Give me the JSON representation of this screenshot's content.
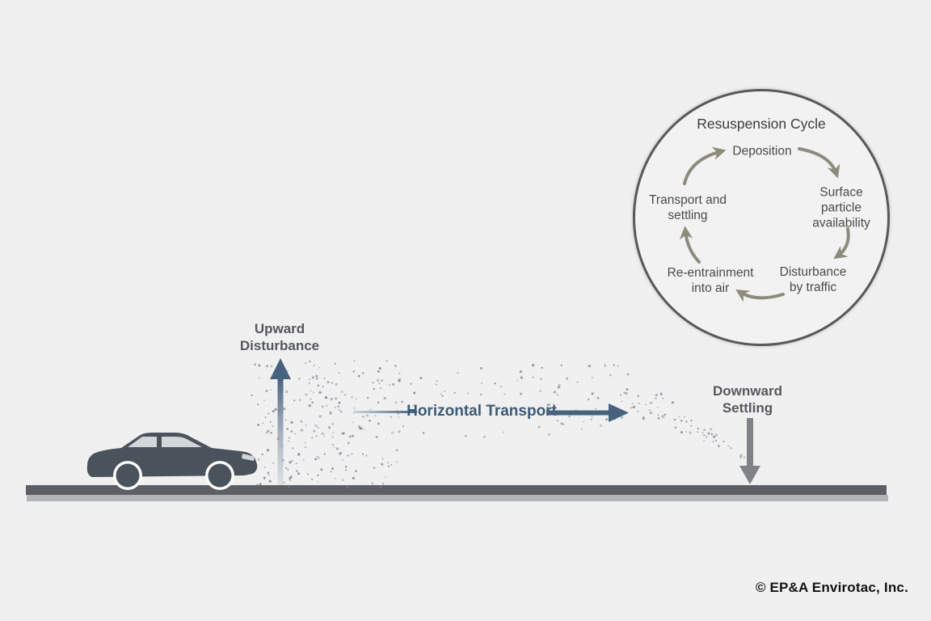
{
  "colors": {
    "background": "#f0f0f1",
    "arrow_blue": "#46627d",
    "text_blue": "#3c5a77",
    "label_gray": "#55585c",
    "cycle_olive": "#8d8c7c",
    "cycle_text": "#4b4b45",
    "cycle_title": "#3d3d3b",
    "car_body": "#4a525c",
    "car_window": "#d3d6d8",
    "road_dark": "#5c6064",
    "road_light": "#b2b5b7",
    "dust": "#78808a",
    "downward_arrow": "#7f8388",
    "copyright": "#131313"
  },
  "cycle": {
    "title": "Resuspension Cycle",
    "stages": [
      {
        "label": "Deposition"
      },
      {
        "label": "Surface particle\navailability"
      },
      {
        "label": "Disturbance\nby traffic"
      },
      {
        "label": "Re-entrainment\ninto air"
      },
      {
        "label": "Transport and\nsettling"
      }
    ]
  },
  "scene": {
    "upward_label": "Upward\nDisturbance",
    "horizontal_label": "Horizontal Transport",
    "downward_label": "Downward\nSettling"
  },
  "footer": {
    "copyright": "© EP&A Envirotac, Inc."
  }
}
